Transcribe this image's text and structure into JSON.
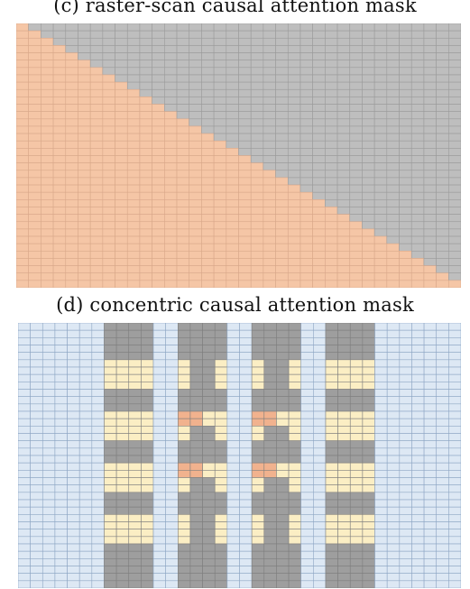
{
  "panel_c": {
    "caption": "(c) raster-scan causal attention mask",
    "grid": {
      "columns": 36,
      "rows": 36
    },
    "colors": {
      "attended": "#f5c6a6",
      "masked": "#bebebe",
      "grid_line_attended": "#d9a88a",
      "grid_line_masked": "#9b9b9b"
    }
  },
  "panel_d": {
    "caption": "(d) concentric causal attention mask",
    "grid": {
      "columns": 36,
      "rows": 36
    },
    "colors": {
      "visible": "#dde8f4",
      "masked": "#9e9e9e",
      "current": "#fbeec4",
      "self": "#f1b28e",
      "grid_line_visible": "#8ea6c4",
      "grid_line_masked": "#7e7e7e"
    },
    "band_columns": {
      "visible": [
        0,
        1,
        2,
        3,
        4,
        5,
        6,
        11,
        12,
        17,
        18,
        23,
        24,
        29,
        30,
        31,
        32,
        33,
        34,
        35
      ],
      "masked": [
        7,
        8,
        9,
        10,
        13,
        14,
        15,
        16,
        19,
        20,
        21,
        22,
        25,
        26,
        27,
        28
      ]
    },
    "highlight_row_groups": [
      [
        5,
        6,
        7,
        8
      ],
      [
        12,
        13,
        14,
        15
      ],
      [
        19,
        20,
        21,
        22
      ],
      [
        26,
        27,
        28,
        29
      ]
    ],
    "self_row_groups": [
      [
        12,
        13
      ],
      [
        19,
        20
      ]
    ]
  }
}
